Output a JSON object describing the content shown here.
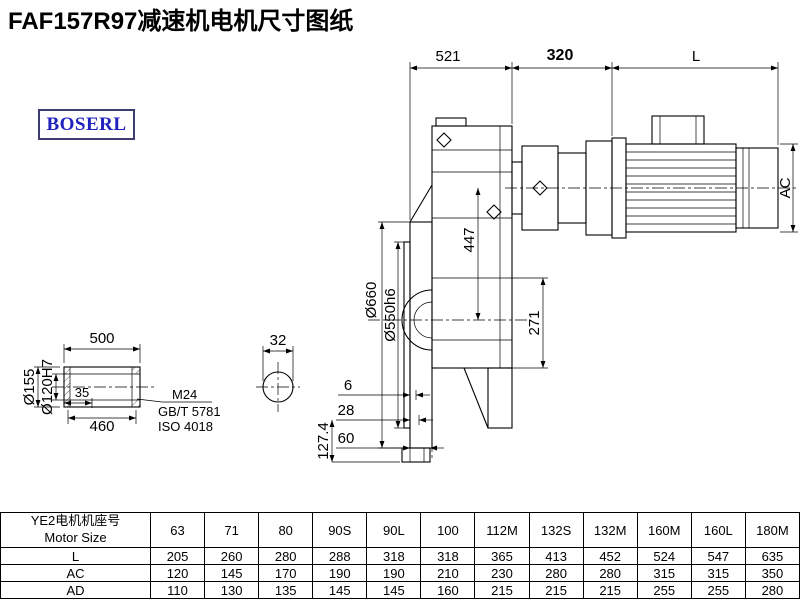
{
  "title": "FAF157R97减速机电机尺寸图纸",
  "logo": {
    "text": "BOSERL"
  },
  "drawing": {
    "dims": {
      "total_length": "521",
      "adapter_length": "320",
      "motor_length": "L",
      "motor_diameter": "AC",
      "flange_diameter": "Ø660",
      "spigot_diameter": "Ø550h6",
      "center_height": "447",
      "flange_to_base": "271",
      "shaft_length": "500",
      "shaft_step": "35",
      "shaft_usable_length": "460",
      "shaft_outer_diameter": "Ø155",
      "shaft_bore_diameter": "Ø120H7",
      "thread_spec": "M24",
      "bolt_standard": "GB/T 5781",
      "iso_standard": "ISO 4018",
      "key_section": "32",
      "foot_offset_1": "6",
      "foot_offset_2": "28",
      "foot_offset_3": "60",
      "foot_height": "127.4"
    }
  },
  "table": {
    "header_cn": "YE2电机机座号",
    "header_en": "Motor Size",
    "columns": [
      "63",
      "71",
      "80",
      "90S",
      "90L",
      "100",
      "112M",
      "132S",
      "132M",
      "160M",
      "160L",
      "180M"
    ],
    "rows": [
      {
        "label": "L",
        "values": [
          "205",
          "260",
          "280",
          "288",
          "318",
          "318",
          "365",
          "413",
          "452",
          "524",
          "547",
          "635"
        ]
      },
      {
        "label": "AC",
        "values": [
          "120",
          "145",
          "170",
          "190",
          "190",
          "210",
          "230",
          "280",
          "280",
          "315",
          "315",
          "350"
        ]
      },
      {
        "label": "AD",
        "values": [
          "110",
          "130",
          "135",
          "145",
          "145",
          "160",
          "215",
          "215",
          "215",
          "255",
          "255",
          "280"
        ]
      }
    ]
  }
}
